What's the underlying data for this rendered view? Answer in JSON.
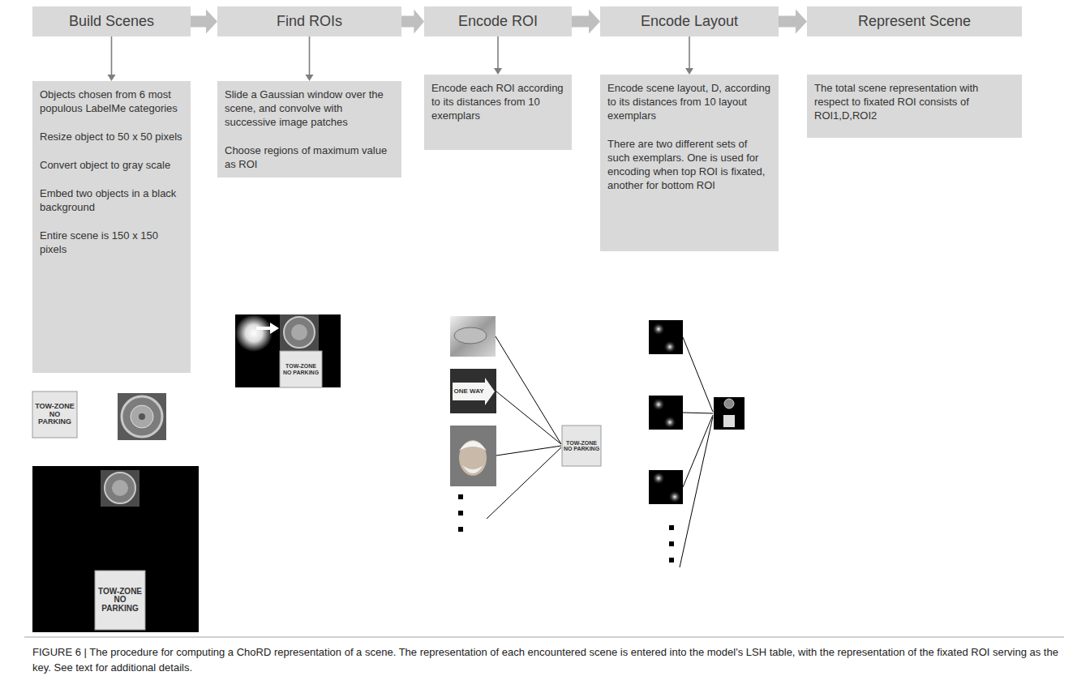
{
  "diagram": {
    "caption": "FIGURE 6 | The procedure for computing a ChoRD representation of a scene. The representation of each encountered scene is entered into the model's LSH table, with the representation of the fixated ROI serving as the key. See text for additional details.",
    "nodes": [
      {
        "text": [
          "Build Scenes"
        ]
      },
      {
        "text": [
          "Find ROIs"
        ]
      },
      {
        "text": [
          "Encode ROI"
        ]
      },
      {
        "text": [
          "Encode Layout"
        ]
      },
      {
        "text": [
          "Represent Scene"
        ]
      },
      {
        "text": [
          "Objects chosen from 6 most populous LabelMe categories",
          "Resize object to 50 x 50 pixels",
          "Convert object to gray scale",
          "Embed two objects in a black background",
          "Entire scene is 150 x 150 pixels"
        ]
      },
      {
        "text": [
          "Slide a Gaussian window over the scene, and convolve with successive image patches",
          "Choose regions of maximum value as ROI"
        ]
      },
      {
        "text": [
          "Encode each ROI according to its distances from 10 exemplars"
        ]
      },
      {
        "text": [
          "Encode scene layout, D, according to its distances from 10 layout exemplars",
          "There are two different sets of such exemplars. One is used for encoding when top ROI is fixated, another for bottom ROI"
        ]
      },
      {
        "text": [
          "The total scene representation with respect to fixated ROI consists of ROI1,D,ROI2"
        ]
      }
    ],
    "edges": [
      {
        "from": 0,
        "to": 1,
        "arrow": "to"
      },
      {
        "from": 1,
        "to": 2,
        "arrow": "to"
      },
      {
        "from": 2,
        "to": 3,
        "arrow": "to"
      },
      {
        "from": 3,
        "to": 4,
        "arrow": "to"
      },
      {
        "from": 0,
        "to": 5,
        "arrow": "to"
      },
      {
        "from": 1,
        "to": 6,
        "arrow": "to"
      },
      {
        "from": 2,
        "to": 7,
        "arrow": "to"
      },
      {
        "from": 3,
        "to": 8,
        "arrow": "to"
      }
    ],
    "labels": [
      "TOW-ZONE NO PARKING",
      "TOW-ZONE NO PARKING",
      "TOW-ZONE NO PARKING",
      "ONE WAY",
      "TOW-ZONE NO PARKING"
    ]
  }
}
